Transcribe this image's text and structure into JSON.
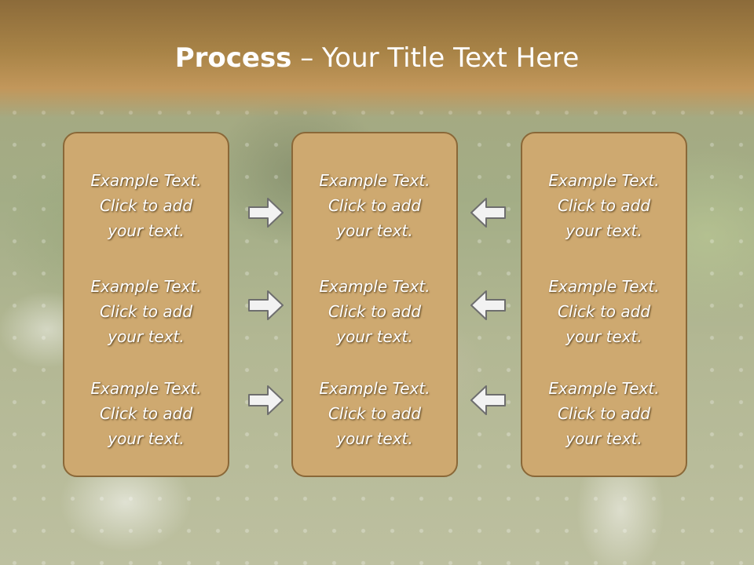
{
  "title": {
    "bold": "Process",
    "rest": " – Your Title Text Here"
  },
  "panels": [
    {
      "items": [
        {
          "l1": "Example Text.",
          "l2": "Click  to add",
          "l3": "your text."
        },
        {
          "l1": "Example Text.",
          "l2": "Click  to add",
          "l3": "your text."
        },
        {
          "l1": "Example Text.",
          "l2": "Click  to add",
          "l3": "your text."
        }
      ]
    },
    {
      "items": [
        {
          "l1": "Example Text.",
          "l2": "Click  to add",
          "l3": "your text."
        },
        {
          "l1": "Example Text.",
          "l2": "Click  to add",
          "l3": "your text."
        },
        {
          "l1": "Example Text.",
          "l2": "Click  to add",
          "l3": "your text."
        }
      ]
    },
    {
      "items": [
        {
          "l1": "Example Text.",
          "l2": "Click  to add",
          "l3": "your text."
        },
        {
          "l1": "Example Text.",
          "l2": "Click  to add",
          "l3": "your text."
        },
        {
          "l1": "Example Text.",
          "l2": "Click  to add",
          "l3": "your text."
        }
      ]
    }
  ],
  "colors": {
    "header": "#a98447",
    "panel": "#cea970",
    "panel_border": "#8a6838",
    "arrow_fill": "#f2f2f2",
    "arrow_stroke": "#6e6e6e"
  },
  "icons": {
    "left_arrows": "arrow-right-icon",
    "right_arrows": "arrow-left-icon"
  }
}
